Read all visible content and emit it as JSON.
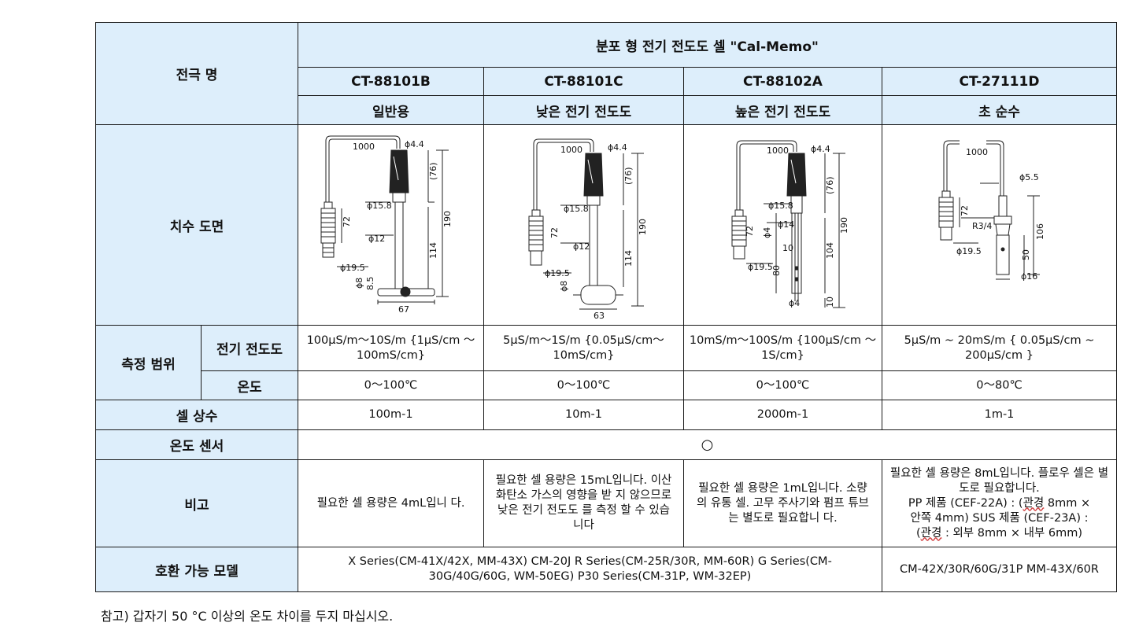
{
  "header": {
    "electrode_name_label": "전극 명",
    "product_title": "분포 형 전기 전도도 셀 \"Cal-Memo\"",
    "models": [
      "CT-88101B",
      "CT-88101C",
      "CT-88102A",
      "CT-27111D"
    ],
    "uses": [
      "일반용",
      "낮은 전기 전도도",
      "높은 전기 전도도",
      "초 순수"
    ]
  },
  "labels": {
    "dimension_drawing": "치수 도면",
    "measurement_range": "측정 범위",
    "conductivity": "전기 전도도",
    "temperature": "온도",
    "cell_constant": "셀 상수",
    "temp_sensor": "온도 센서",
    "remarks": "비고",
    "compatible_models": "호환 가능 모델"
  },
  "drawings": {
    "d1": {
      "len": "1000",
      "d_cable": "ϕ4.4",
      "d_body": "ϕ15.8",
      "d_stem": "ϕ12",
      "d_conn": "ϕ19.5",
      "d_tip": "ϕ8",
      "l76": "(76)",
      "l72": "72",
      "l190": "190",
      "l114": "114",
      "l8_5": "8.5",
      "l67": "67"
    },
    "d2": {
      "len": "1000",
      "d_cable": "ϕ4.4",
      "d_body": "ϕ15.8",
      "d_stem": "ϕ12",
      "d_conn": "ϕ19.5",
      "d_tip": "ϕ8",
      "l76": "(76)",
      "l72": "72",
      "l190": "190",
      "l114": "114",
      "l63": "63"
    },
    "d3": {
      "len": "1000",
      "d_cable": "ϕ4.4",
      "d_body": "ϕ15.8",
      "d_stem": "ϕ14",
      "d_conn": "ϕ19.5",
      "d4a": "ϕ4",
      "d4b": "ϕ4",
      "l76": "(76)",
      "l72": "72",
      "l190": "190",
      "l104": "104",
      "l10a": "10",
      "l10b": "10",
      "l80": "80"
    },
    "d4": {
      "len": "1000",
      "d_cable": "ϕ5.5",
      "thread": "R3/4",
      "d_conn": "ϕ19.5",
      "d_tip": "ϕ16",
      "l72": "72",
      "l106": "106",
      "l50": "50"
    }
  },
  "conductivity": [
    "100μS/m〜10S/m {1μS/cm 〜100mS/cm}",
    "5μS/m〜1S/m {0.05μS/cm〜 10mS/cm}",
    "10mS/m〜100S/m {100μS/cm 〜1S/cm}",
    "5μS/m ~ 20mS/m  { 0.05μS/cm ~ 200μS/cm }"
  ],
  "temperature": [
    "0〜100℃",
    "0〜100℃",
    "0〜100℃",
    "0〜80℃"
  ],
  "cell_constant": [
    "100m-1",
    "10m-1",
    "2000m-1",
    "1m-1"
  ],
  "temp_sensor": "○",
  "remarks": {
    "r1": "필요한 셀 용량은 4mL입니 다.",
    "r2": "필요한 셀 용량은 15mL입니다. 이산화탄소 가스의 영향을 받 지 않으므로 낮은 전기 전도도 를 측정 할 수 있습니다",
    "r3": "필요한 셀 용량은 1mL입니다. 소량의 유통 셀. 고무 주사기와 펌프 튜브는 별도로 필요합니 다.",
    "r4a": "필요한 셀 용량은 8mL입니다. 플로우 셀은 별도로 필요합니다.",
    "r4b_pre": "PP 제품 (CEF-22A) : (",
    "r4b_u1": "관경",
    "r4b_post": " 8mm ×",
    "r4c": "안쪽 4mm) SUS 제품 (CEF-23A) :",
    "r4d_pre": "(",
    "r4d_u1": "관경",
    "r4d_post": " : 외부 8mm × 내부 6mm)"
  },
  "compatible": {
    "left": "X Series(CM-41X/42X, MM-43X)    CM-20J    R Series(CM-25R/30R, MM-60R) G Series(CM-30G/40G/60G, WM-50EG)       P30 Series(CM-31P, WM-32EP)",
    "right": "CM-42X/30R/60G/31P MM-43X/60R"
  },
  "footnote": "참고) 갑자기 50 °C 이상의 온도 차이를 두지 마십시오."
}
